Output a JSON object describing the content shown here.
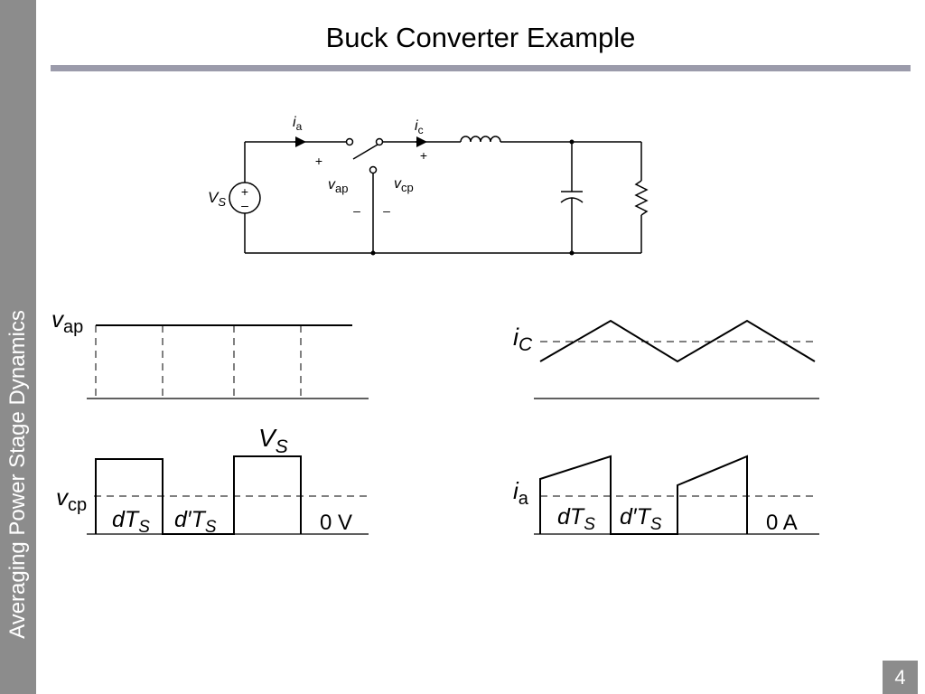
{
  "slide": {
    "title": "Buck Converter Example",
    "sidebar": "Averaging Power Stage Dynamics",
    "page_number": "4"
  },
  "circuit": {
    "labels": {
      "ia": {
        "main": "i",
        "sub": "a"
      },
      "ic": {
        "main": "i",
        "sub": "c"
      },
      "vap": {
        "main": "v",
        "sub": "ap"
      },
      "vcp": {
        "main": "v",
        "sub": "cp"
      },
      "vs": {
        "main": "V",
        "sub": "S"
      },
      "plus": "+",
      "minus": "–"
    }
  },
  "waveforms": {
    "vap": {
      "main": "v",
      "sub": "ap"
    },
    "vcp": {
      "main": "v",
      "sub": "cp",
      "peak_main": "V",
      "peak_sub": "S",
      "zero": "0 V"
    },
    "ic": {
      "main": "i",
      "sub": "C"
    },
    "ia": {
      "main": "i",
      "sub": "a",
      "zero": "0 A"
    },
    "interval_on": {
      "main": "dT",
      "sub": "S"
    },
    "interval_off": {
      "main": "d′T",
      "sub": "S"
    }
  }
}
